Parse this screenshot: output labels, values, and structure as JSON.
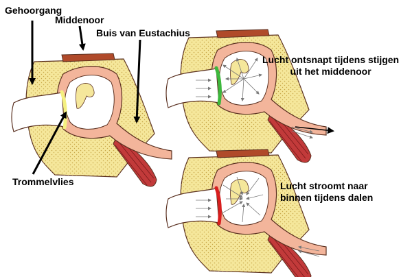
{
  "labels": {
    "ear_canal": "Gehoorgang",
    "middle_ear": "Middenoor",
    "eustachian_tube": "Buis van Eustachius",
    "eardrum": "Trommelvlies"
  },
  "captions": {
    "ascent_line1": "Lucht ontsnapt tijdens stijgen",
    "ascent_line2": "uit het middenoor",
    "descent_line1": "Lucht stroomt naar",
    "descent_line2": "binnen tijdens dalen"
  },
  "colors": {
    "bone": "#F5E79B",
    "bone_dots": "#C8A84A",
    "membrane": "#F3B59B",
    "outline": "#5A3020",
    "skull_top": "#B04A2A",
    "muscle": "#C23A3A",
    "eardrum_neutral": "#F4F080",
    "eardrum_ascent": "#3DB83D",
    "eardrum_descent": "#D81E1E"
  }
}
